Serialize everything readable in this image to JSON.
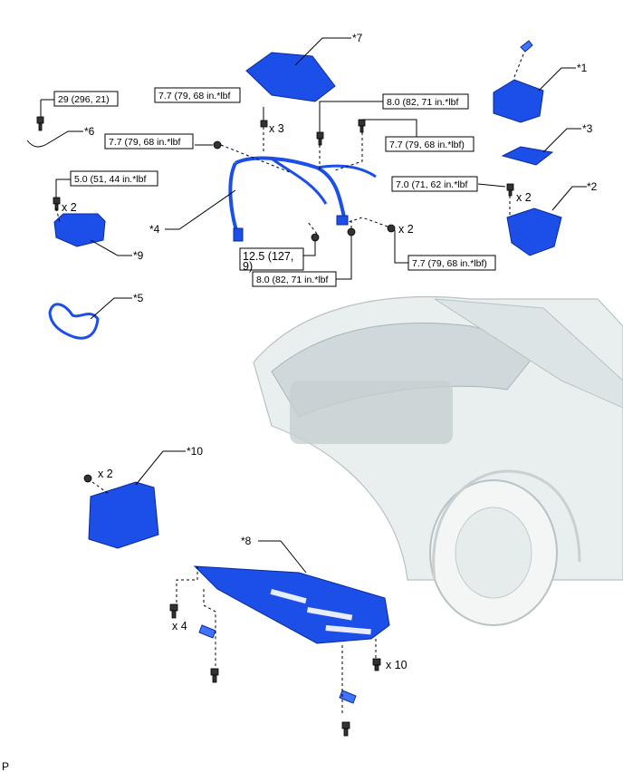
{
  "callouts": {
    "c1": "*1",
    "c2": "*2",
    "c3": "*3",
    "c4": "*4",
    "c5": "*5",
    "c6": "*6",
    "c7": "*7",
    "c8": "*8",
    "c9": "*9",
    "c10": "*10"
  },
  "torques": {
    "t29": "29 (296, 21)",
    "t77a": "7.7 (79, 68 in.*lbf",
    "t77b": "7.7 (79, 68 in.*lbf",
    "t80a": "8.0 (82, 71 in.*lbf",
    "t77c": "7.7 (79, 68 in.*lbf)",
    "t50": "5.0 (51, 44 in.*lbf",
    "t70": "7.0 (71, 62 in.*lbf",
    "t125_line1": "12.5 (127,",
    "t125_line2": "9)",
    "t80b": "8.0 (82, 71 in.*lbf",
    "t77d": "7.7 (79, 68 in.*lbf)"
  },
  "quantities": {
    "q_harness_top": "x 3",
    "q_right_bracket": "x 2",
    "q_left_box": "x 2",
    "q_harness_right": "x 2",
    "q_cover10": "x 2",
    "q_under_left": "x 4",
    "q_under_right": "x 10"
  },
  "footer_mark": "P",
  "colors": {
    "part_blue": "#1c4fe8",
    "car_gray": "#e9eeee"
  }
}
